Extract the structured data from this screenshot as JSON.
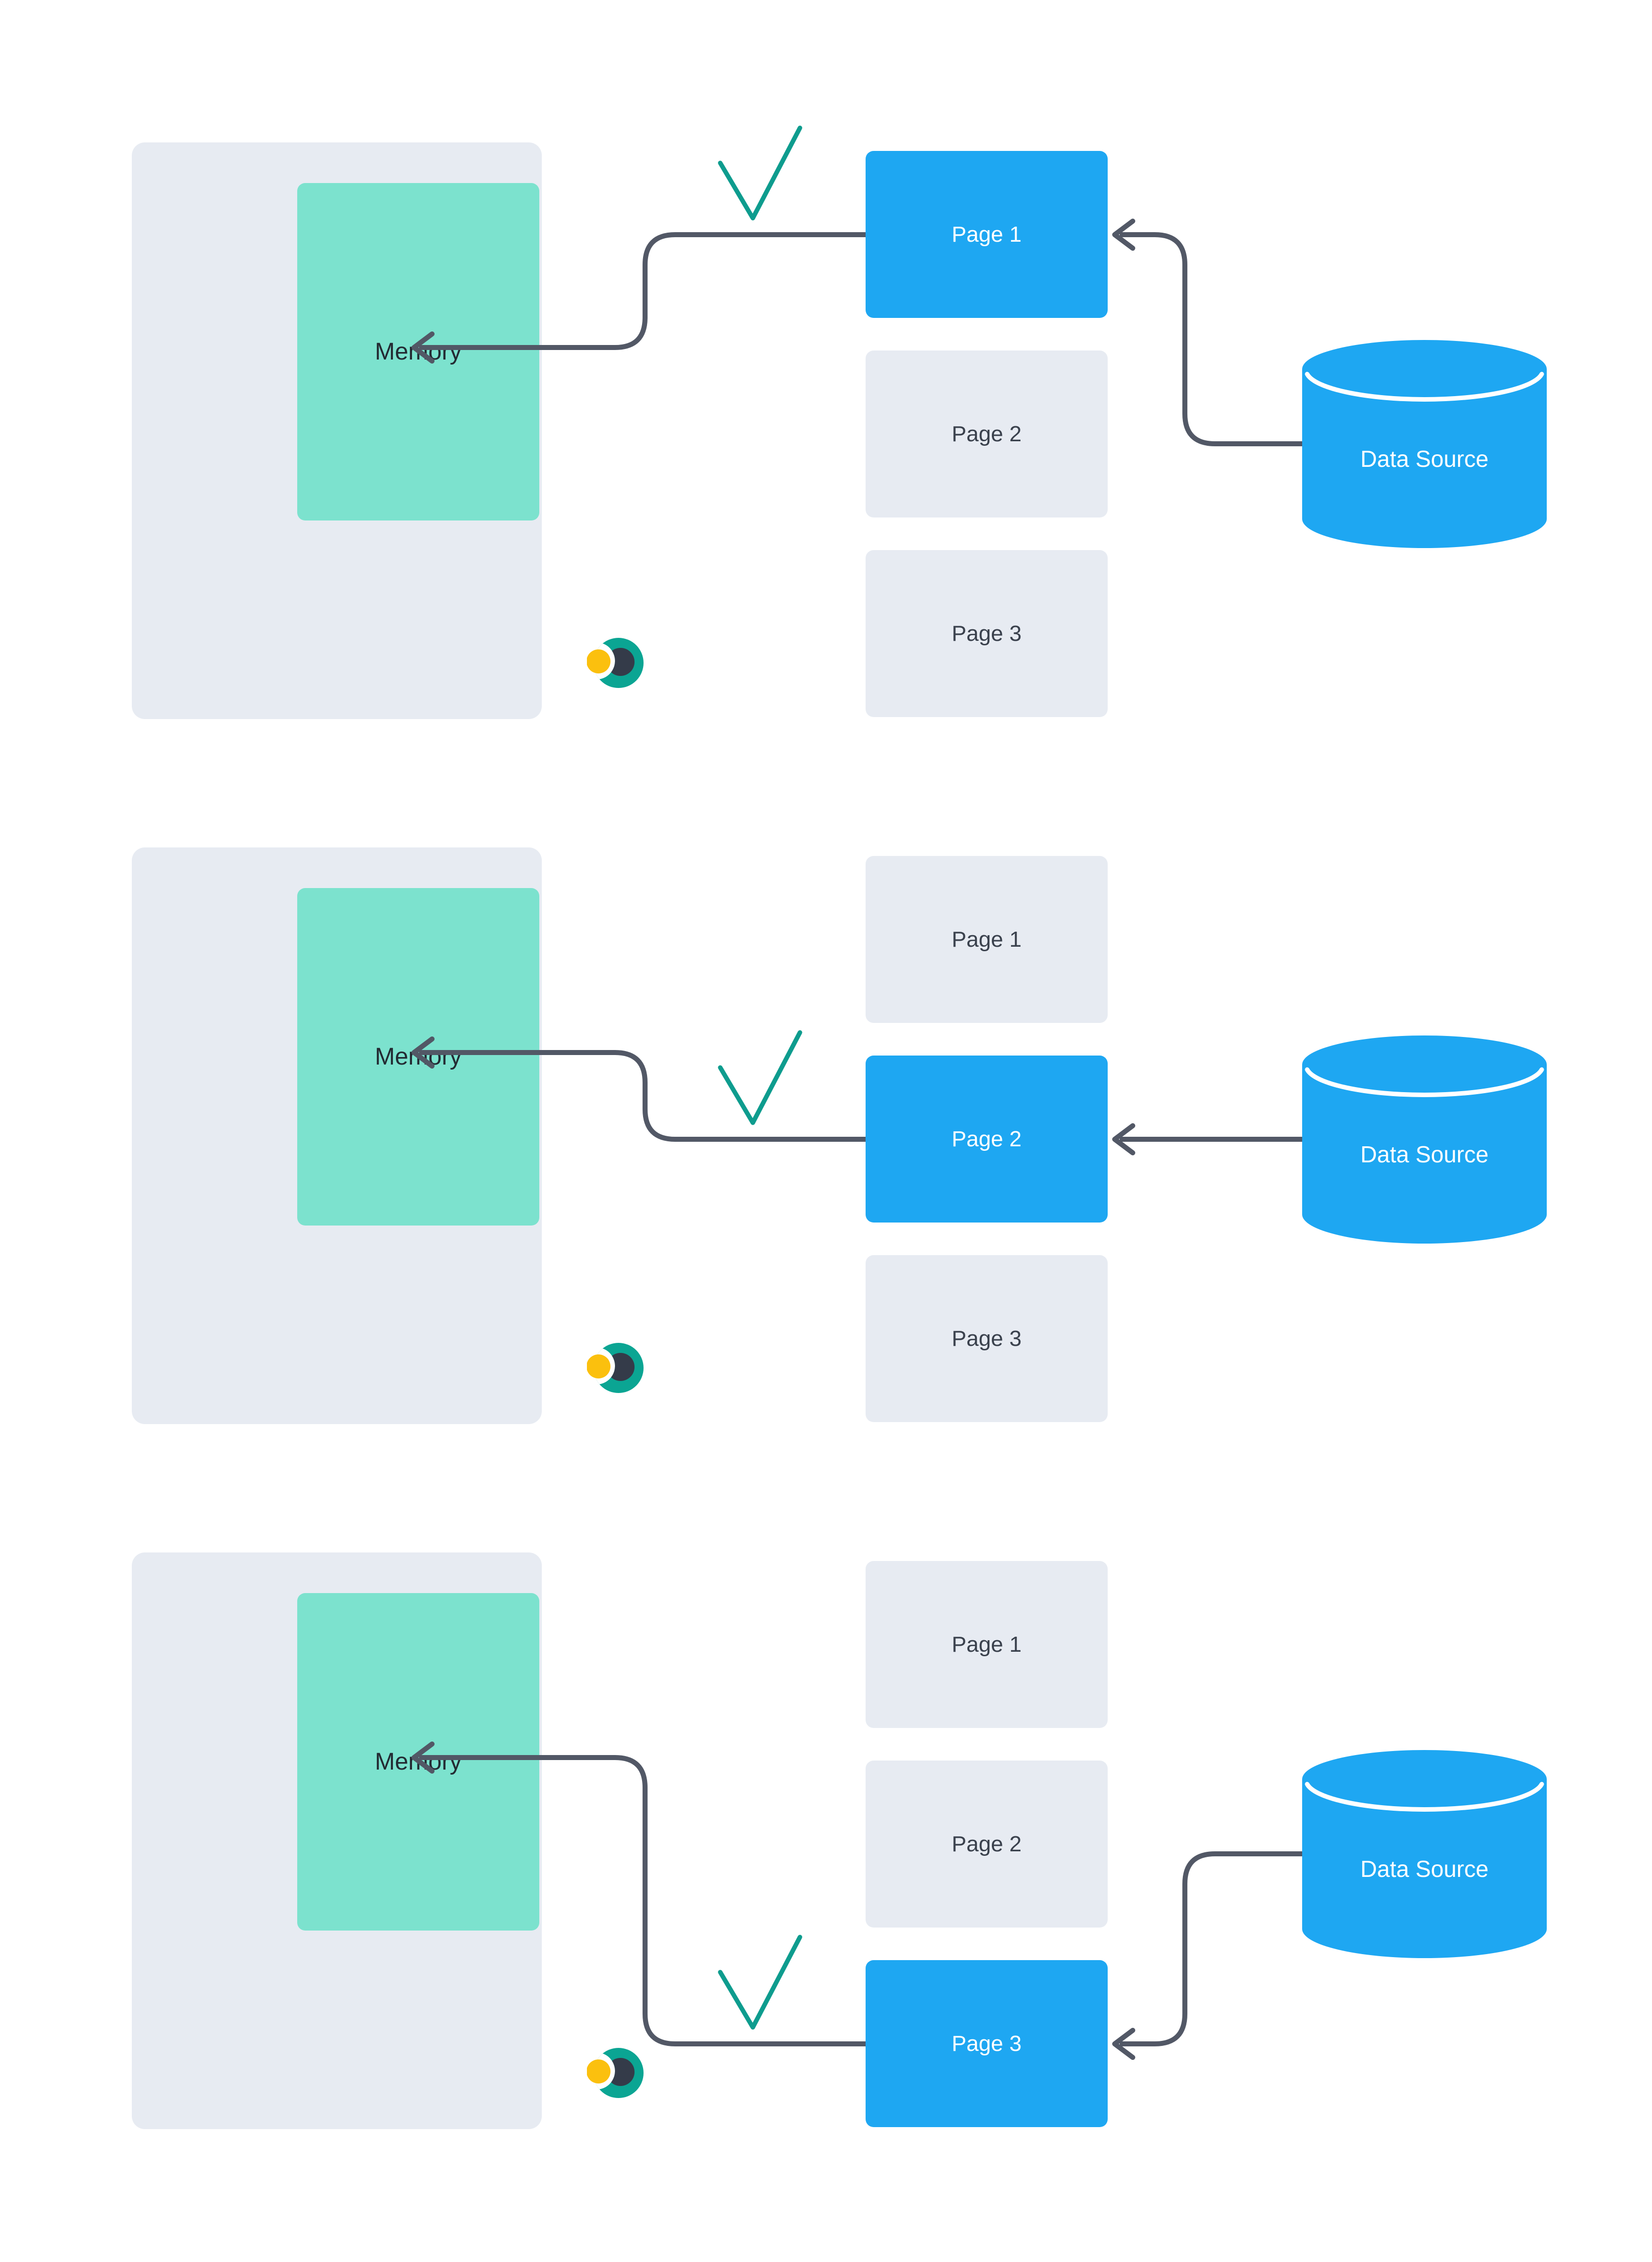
{
  "sections": [
    {
      "id": "step-1",
      "memory": {
        "label": "Memory"
      },
      "pages": [
        {
          "label": "Page 1",
          "active": true,
          "loaded_check": true
        },
        {
          "label": "Page 2",
          "active": false,
          "loaded_check": false
        },
        {
          "label": "Page 3",
          "active": false,
          "loaded_check": false
        }
      ],
      "data_source": {
        "label": "Data Source"
      }
    },
    {
      "id": "step-2",
      "memory": {
        "label": "Memory"
      },
      "pages": [
        {
          "label": "Page 1",
          "active": false,
          "loaded_check": false
        },
        {
          "label": "Page 2",
          "active": true,
          "loaded_check": true
        },
        {
          "label": "Page 3",
          "active": false,
          "loaded_check": false
        }
      ],
      "data_source": {
        "label": "Data Source"
      }
    },
    {
      "id": "step-3",
      "memory": {
        "label": "Memory"
      },
      "pages": [
        {
          "label": "Page 1",
          "active": false,
          "loaded_check": false
        },
        {
          "label": "Page 2",
          "active": false,
          "loaded_check": false
        },
        {
          "label": "Page 3",
          "active": true,
          "loaded_check": true
        }
      ],
      "data_source": {
        "label": "Data Source"
      }
    }
  ],
  "icons": {
    "check": "checkmark",
    "data_source_shape": "database-cylinder",
    "brand_logo": "teal-crescent-with-yellow-dot"
  },
  "colors": {
    "accent-blue": "#1EA7F2",
    "memory-teal": "#7CE2CE",
    "panel-gray": "#E7EBF2",
    "wire-gray": "#525866",
    "check-teal": "#0E9C8E",
    "logo-teal": "#0BA593",
    "logo-navy": "#343B49",
    "logo-yellow": "#FBC00E",
    "memory-text": "#232B33",
    "page-text": "#3A414D",
    "active-text": "#FFFFFF"
  }
}
